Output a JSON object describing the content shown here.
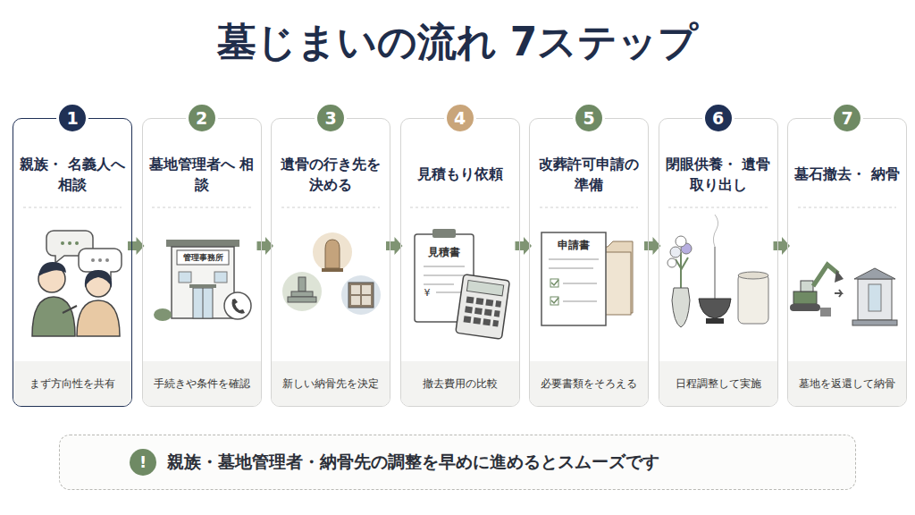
{
  "diagram": {
    "title": "墓じまいの流れ 7ステップ",
    "nodes": [
      {
        "text": [
          "親族・ 名義人へ相談",
          "まず方向性を共有"
        ]
      },
      {
        "text": [
          "1"
        ],
        "in": 0
      },
      {
        "text": [
          "墓地管理者へ 相談",
          "手続きや条件を確認"
        ]
      },
      {
        "text": [
          "2"
        ],
        "in": 2
      },
      {
        "text": [
          "遺骨の行き先を 決める",
          "新しい納骨先を決定"
        ]
      },
      {
        "text": [
          "3"
        ],
        "in": 4
      },
      {
        "text": [
          "見積もり依頼",
          "撤去費用の比較"
        ]
      },
      {
        "text": [
          "4"
        ],
        "in": 6
      },
      {
        "text": [
          "改葬許可申請の 準備",
          "必要書類をそろえる"
        ]
      },
      {
        "text": [
          "5"
        ],
        "in": 8
      },
      {
        "text": [
          "閉眼供養・ 遺骨取り出し",
          "日程調整して実施"
        ]
      },
      {
        "text": [
          "6"
        ],
        "in": 10
      },
      {
        "text": [
          "墓石撤去・ 納骨",
          "墓地を返還して納骨"
        ]
      },
      {
        "text": [
          "7"
        ],
        "in": 12
      },
      {
        "text": [
          "親族・墓地管理者・納骨先の調整を早めに進めるとスムーズです"
        ]
      },
      {
        "text": [
          "!"
        ],
        "in": 14
      }
    ],
    "edges": [
      {
        "from": 0,
        "to": 2,
        "arrow": "to"
      },
      {
        "from": 2,
        "to": 4,
        "arrow": "to"
      },
      {
        "from": 4,
        "to": 6,
        "arrow": "to"
      },
      {
        "from": 6,
        "to": 8,
        "arrow": "to"
      },
      {
        "from": 8,
        "to": 10,
        "arrow": "to"
      },
      {
        "from": 10,
        "to": 12,
        "arrow": "to"
      }
    ],
    "labels": [
      "管理事務所",
      "見積書",
      "¥",
      "申請書"
    ]
  }
}
